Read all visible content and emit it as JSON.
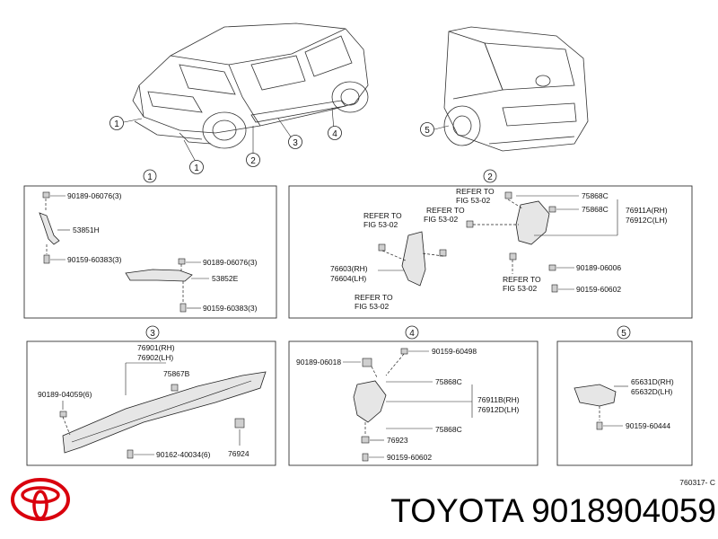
{
  "callouts": {
    "c1": "1",
    "c2": "2",
    "c3": "3",
    "c4": "4",
    "c5": "5"
  },
  "panel1": {
    "bolt_top": "90189-06076(3)",
    "part_a": "53851H",
    "screw_left": "90159-60383(3)",
    "bolt_mid": "90189-06076(3)",
    "part_b": "53852E",
    "screw_right": "90159-60383(3)"
  },
  "panel2": {
    "ref1": [
      "REFER TO",
      "FIG 53-02"
    ],
    "ref2": [
      "REFER TO",
      "FIG 53-02"
    ],
    "ref3": [
      "REFER TO",
      "FIG 53-02"
    ],
    "ref4": [
      "REFER TO",
      "FIG 53-02"
    ],
    "ref5": [
      "REFER TO",
      "FIG 53-02"
    ],
    "clip_a": "75868C",
    "clip_b": "75868C",
    "mud_rh": "76911A(RH)",
    "mud_lh": "76912C(LH)",
    "flap_rh": "76603(RH)",
    "flap_lh": "76604(LH)",
    "bolt": "90189-06006",
    "screw": "90159-60602"
  },
  "panel3": {
    "sill_rh": "76901(RH)",
    "sill_lh": "76902(LH)",
    "clip": "75867B",
    "bolt": "90189-04059(6)",
    "screw": "90162-40034(6)",
    "grommet": "76924"
  },
  "panel4": {
    "bolt_left": "90189-06018",
    "screw_top": "90159-60498",
    "clip_top": "75868C",
    "mud_rh": "76911B(RH)",
    "mud_lh": "76912D(LH)",
    "clip_bottom": "75868C",
    "part": "76923",
    "screw_bottom": "90159-60602"
  },
  "panel5": {
    "part_rh": "65631D(RH)",
    "part_lh": "65632D(LH)",
    "screw": "90159-60444"
  },
  "diagram_code": "760317- C",
  "brand": "TOYOTA",
  "part_number": "9018904059",
  "title": "TOYOTA 9018904059",
  "colors": {
    "logo_red": "#d9000d",
    "ink": "#222222"
  }
}
